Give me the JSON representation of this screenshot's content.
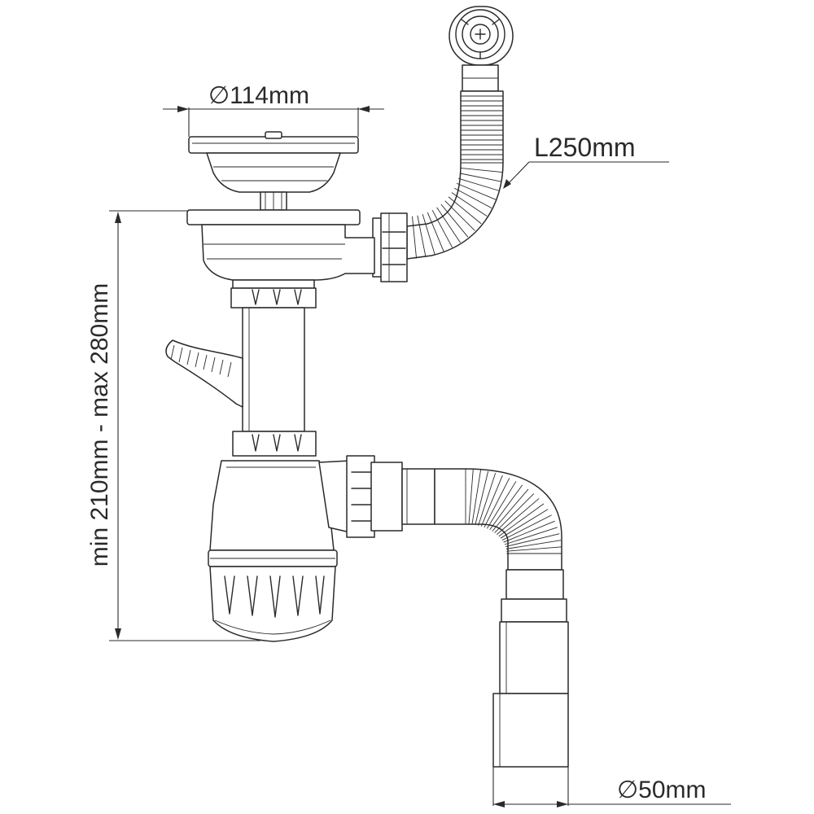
{
  "dimensions": {
    "strainer_diameter": "∅114mm",
    "overflow_hose_length": "L250mm",
    "height_range": "min 210mm - max 280mm",
    "outlet_diameter": "∅50mm"
  }
}
